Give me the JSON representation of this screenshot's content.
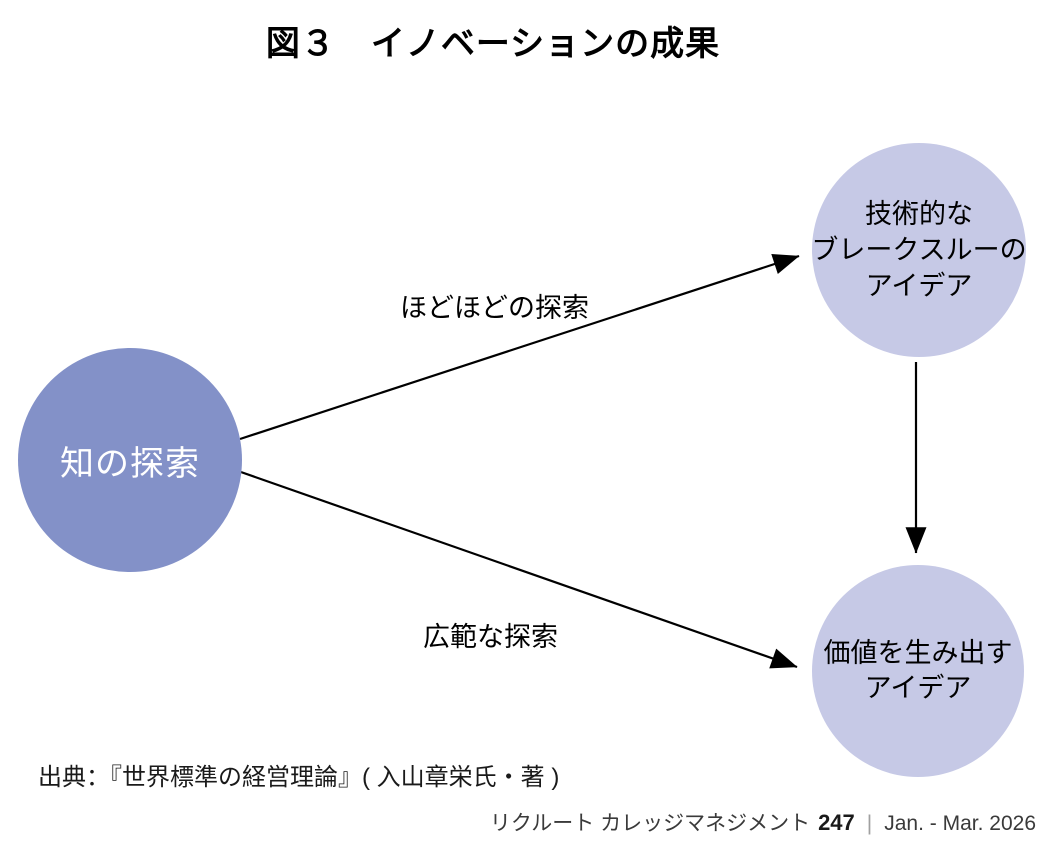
{
  "title": "図３　イノベーションの成果",
  "nodes": {
    "left": {
      "label": "知の探索"
    },
    "top_right": {
      "lines": [
        "技術的な",
        "ブレークスルーの",
        "アイデア"
      ]
    },
    "bottom_right": {
      "lines": [
        "価値を生み出す",
        "アイデア"
      ]
    }
  },
  "edges": {
    "moderate": {
      "label": "ほどほどの探索"
    },
    "broad": {
      "label": "広範な探索"
    }
  },
  "source": "出典：『世界標準の経営理論』( 入山章栄氏・著 )",
  "footer": {
    "journal": "リクルート カレッジマネジメント",
    "issue": "247",
    "separator": "|",
    "date": "Jan. - Mar. 2026"
  },
  "colors": {
    "node_primary": "#8391c8",
    "node_secondary": "#c6c9e6",
    "arrow": "#000000",
    "footer_text": "#3a3a3a",
    "separator_gray": "#a0a0a0"
  }
}
